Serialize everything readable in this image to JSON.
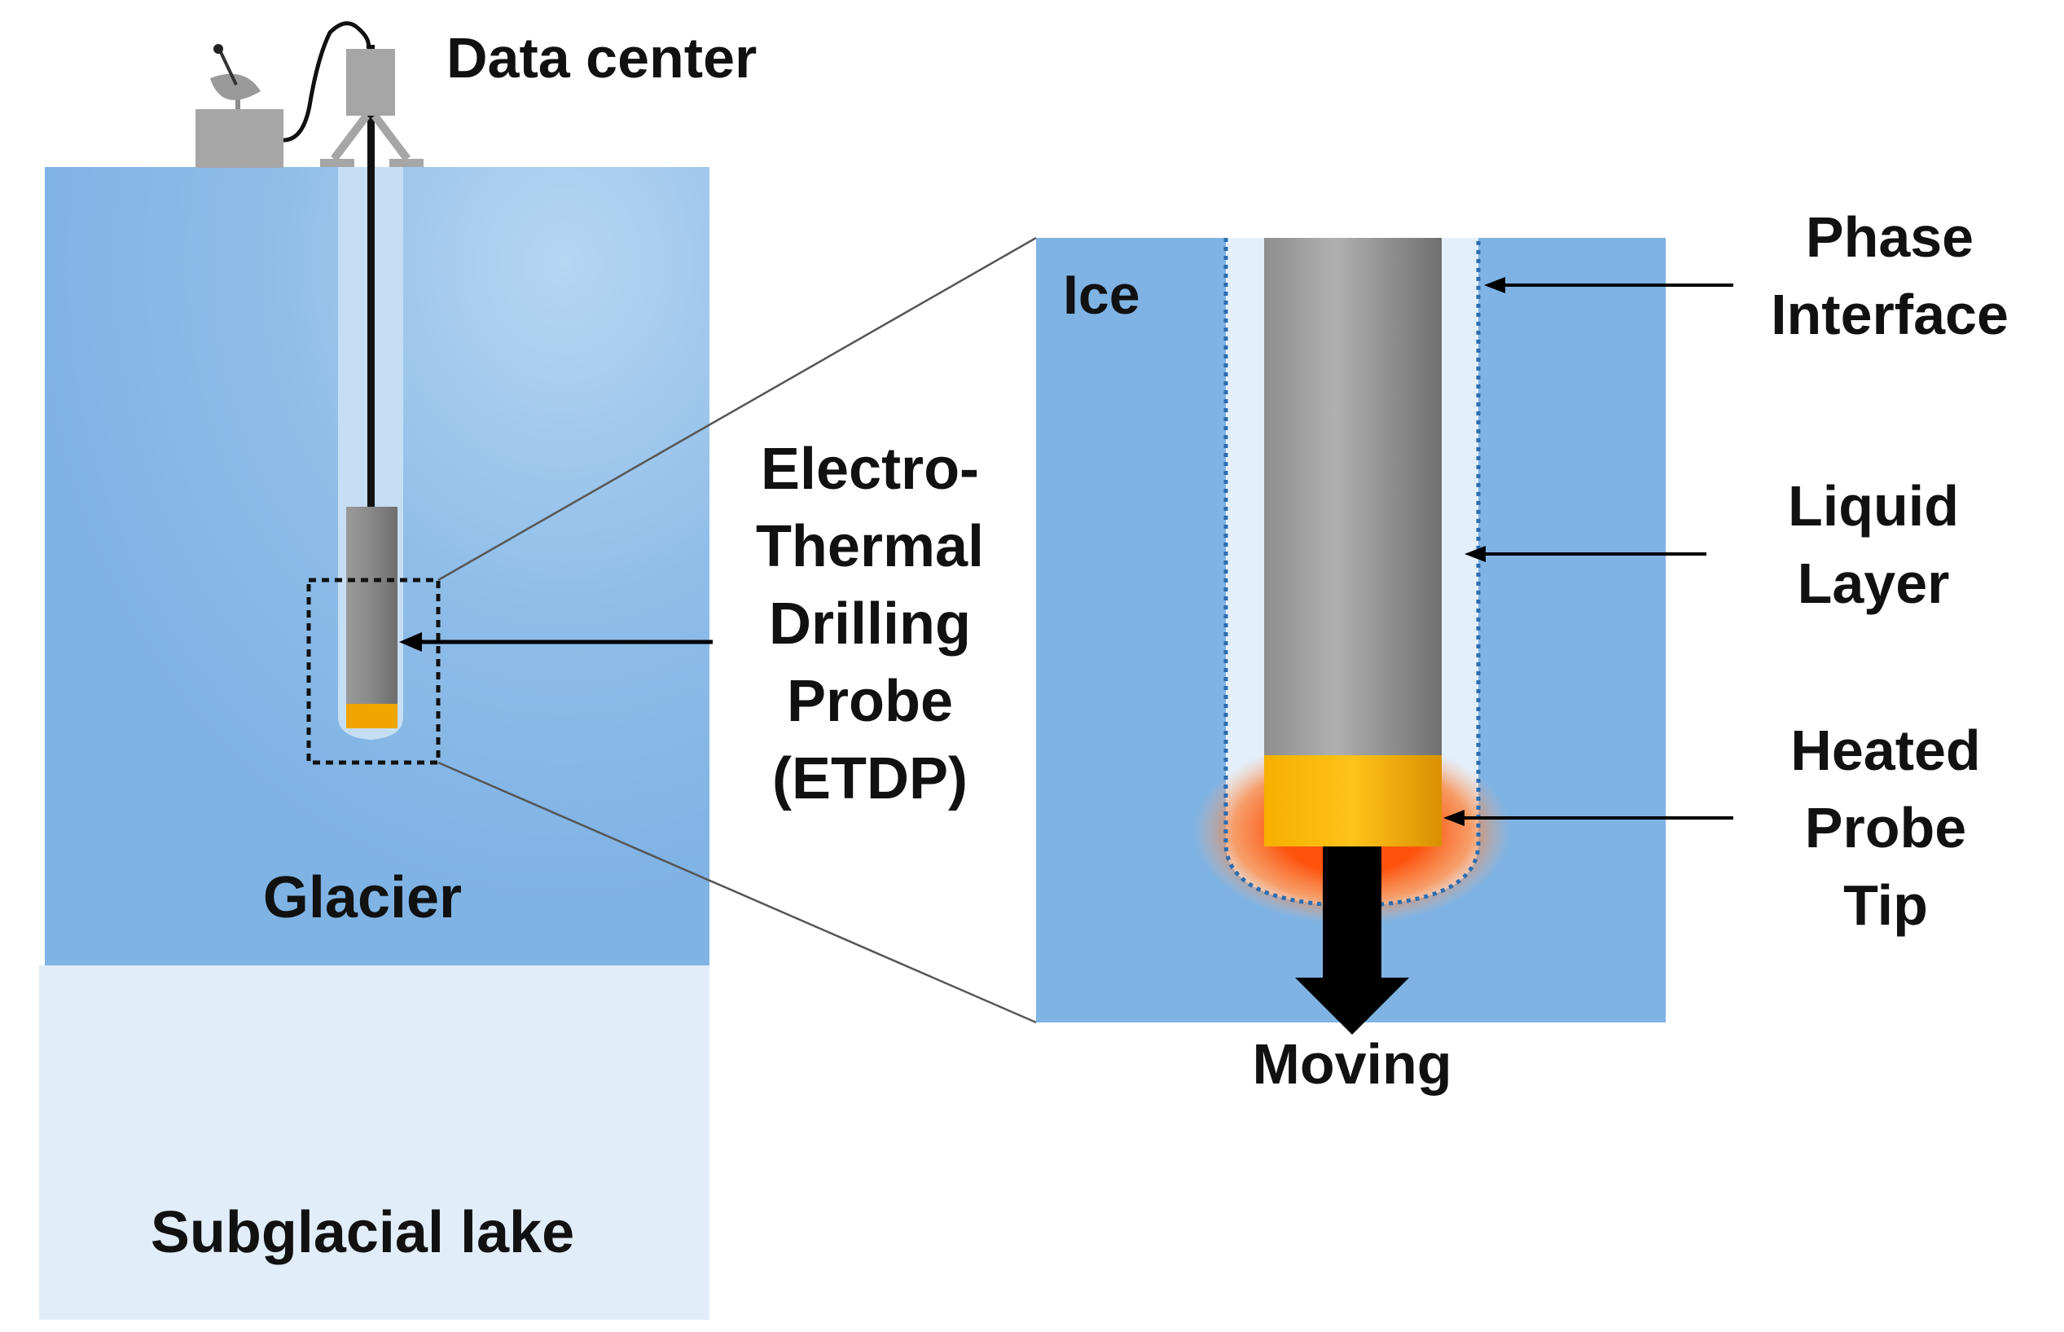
{
  "labels": {
    "data_center": "Data center",
    "glacier": "Glacier",
    "subglacial_lake": "Subglacial lake",
    "probe_name": [
      "Electro-",
      "Thermal",
      "Drilling",
      "Probe",
      "(ETDP)"
    ],
    "ice": "Ice",
    "phase_interface": [
      "Phase",
      "Interface"
    ],
    "liquid_layer": [
      "Liquid",
      "Layer"
    ],
    "heated_probe_tip": [
      "Heated",
      "Probe",
      "Tip"
    ],
    "moving": "Moving"
  },
  "colors": {
    "glacier_blue": "#7fb3e4",
    "glacier_light": "#a8cdee",
    "lake_blue": "#e1edf9",
    "liquid_layer": "#e3effb",
    "probe_gray": "#8a8a8a",
    "probe_tip_orange": "#f0a500",
    "heat_glow": "#ff5a10",
    "equipment_gray": "#a6a6a6",
    "interface_dots": "#2b6cb0",
    "arrow": "#000000"
  },
  "icons": [
    "satellite-dish-icon",
    "tripod-winch-icon"
  ]
}
